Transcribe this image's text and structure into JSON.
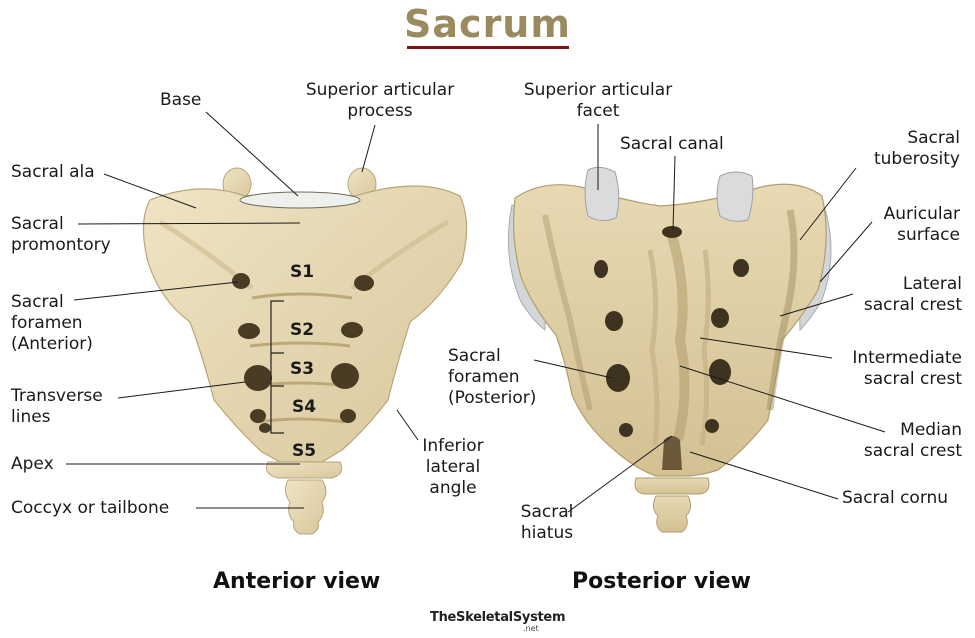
{
  "title": "Sacrum",
  "colors": {
    "bone": "#e6d8b4",
    "bone_shade": "#c9b78a",
    "cartilage": "#d6d9dc",
    "title": "#9b8a5e",
    "title_underline": "#7a1414"
  },
  "anterior": {
    "view_label": "Anterior view",
    "segments": [
      "S1",
      "S2",
      "S3",
      "S4",
      "S5"
    ],
    "labels": {
      "base": "Base",
      "superior_articular_process": "Superior articular\nprocess",
      "sacral_ala": "Sacral ala",
      "sacral_promontory": "Sacral\npromontory",
      "sacral_foramen_anterior": "Sacral\nforamen\n(Anterior)",
      "transverse_lines": "Transverse\nlines",
      "apex": "Apex",
      "coccyx": "Coccyx or tailbone",
      "inferior_lateral_angle": "Inferior\nlateral\nangle"
    }
  },
  "posterior": {
    "view_label": "Posterior view",
    "labels": {
      "superior_articular_facet": "Superior articular\nfacet",
      "sacral_canal": "Sacral canal",
      "sacral_tuberosity": "Sacral\ntuberosity",
      "auricular_surface": "Auricular\nsurface",
      "lateral_sacral_crest": "Lateral\nsacral crest",
      "intermediate_sacral_crest": "Intermediate\nsacral crest",
      "sacral_foramen_posterior": "Sacral\nforamen\n(Posterior)",
      "median_sacral_crest": "Median\nsacral crest",
      "sacral_cornu": "Sacral cornu",
      "sacral_hiatus": "Sacral\nhiatus"
    }
  },
  "brand": {
    "name": "TheSkeletalSystem",
    "suffix": ".net"
  }
}
